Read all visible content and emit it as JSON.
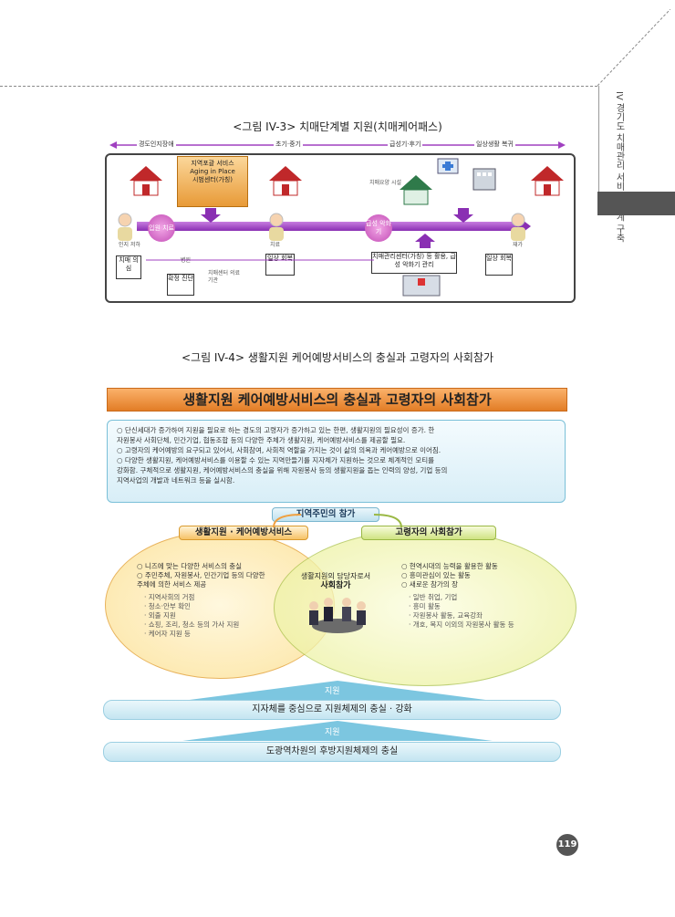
{
  "side": {
    "title": "IV 경기도 치매관리 서비스 체계 구축"
  },
  "figure1": {
    "caption": "<그림 IV-3> 치매단계별 지원(치매케어패스)",
    "stages": [
      "경도인지장애",
      "초기·중기",
      "급성기·후기",
      "일상생활 복귀"
    ],
    "orange_box": [
      "지역포괄 서비스",
      "Aging in Place",
      "시범센터(가칭)"
    ],
    "labels": {
      "person1": "인지 저하",
      "circle1": "입원 치료",
      "box1": "치매 의심",
      "box2": "확정 진단",
      "small1": "병원",
      "small2": "치매센터 의료기관",
      "person2": "치료",
      "box3": "일상 회복",
      "circle2": "급성 악화기",
      "box4": "치매관리센터(가칭) 등 활용, 급성 악화기 관리",
      "house3": "치매요양 시설",
      "box5": "일상 회복",
      "person3": "재가"
    }
  },
  "figure2": {
    "caption": "<그림 IV-4> 생활지원 케어예방서비스의 충실과 고령자의 사회참가",
    "banner": "생활지원 케어예방서비스의 충실과 고령자의 사회참가",
    "info_lines": [
      "○ 단신세대가 증가하여 지원을 필요로 하는 경도의 고령자가 증가하고 있는 한편, 생활지원의 필요성이 증가. 한",
      "   자원봉사 사회단체, 민간기업, 협동조합 등의 다양한 주체가 생활지원, 케어예방서비스를 제공할 필요.",
      "○ 고령자의 케어예방의 요구되고 있어서, 사회참여, 사회적 역할을 가지는 것이 삶의 의욕과 케어예방으로 이어짐.",
      "○ 다양한 생활지원, 케어예방서비스를 이용할 수 있는 지역만들기를 지자체가 지원하는 것으로 체계적인 모티를",
      "   강화함. 구체적으로 생활지원, 케어예방서비스의 충실을 위해 자원봉사 등의 생활지원을 돕는 인력의 양성, 기업 등의",
      "   지역사업의 개발과 네트워크 등을 실시함."
    ],
    "center_pill": "지역주민의 참가",
    "left_pill": "생활지원 · 케어예방서비스",
    "right_pill": "고령자의 사회참가",
    "left_items": [
      "○ 니즈에 맞는 다양한 서비스의 충실",
      "○ 주민주체, 자원봉사, 민간기업 등의 다양한",
      "   주체에 의한 서비스 제공"
    ],
    "left_sub": [
      "· 지역사회의 거점",
      "· 청소·안부 확인",
      "· 외출 지원",
      "· 쇼핑, 조리, 청소 등의 가사 지원",
      "· 케어자 지원 등"
    ],
    "center_text": [
      "생활지원의 담당자로서",
      "사회참가"
    ],
    "right_items": [
      "○ 현역시대의 능력을 활용한 활동",
      "○ 흥미관심이 있는 활동",
      "○ 새로운 참가의 장"
    ],
    "right_sub": [
      "· 일반 취업, 기업",
      "· 흥미 활동",
      "· 자원봉사 활동, 교육강좌",
      "· 개호, 복지 이외의 자원봉사 활동 등"
    ],
    "support1": "지원",
    "bar1": "지자체를 중심으로 지원체제의 충실 · 강화",
    "support2": "지원",
    "bar2": "도광역차원의 후방지원체제의 충실"
  },
  "page_number": "119"
}
